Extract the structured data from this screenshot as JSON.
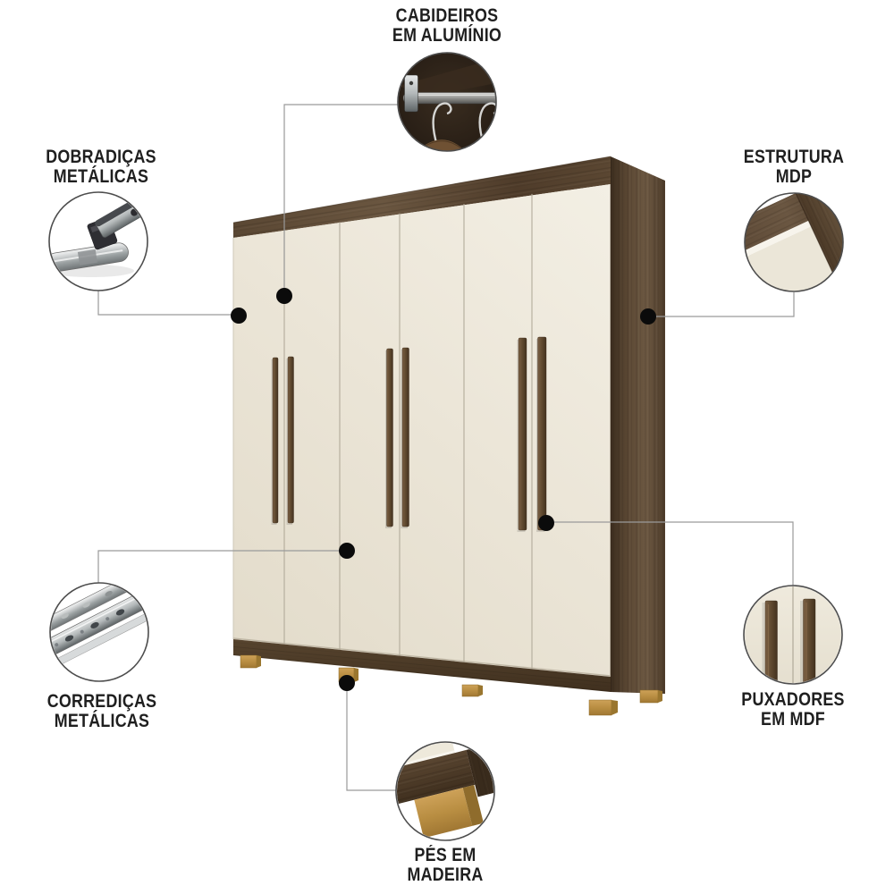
{
  "diagram": {
    "type": "product-feature-callout-diagram",
    "subject": "6-door wardrobe in perspective with six feature callouts",
    "background_color": "#ffffff",
    "text_color": "#1f1f1f",
    "connector_color": "#9a9a9a",
    "dot_color": "#0b0b0b",
    "colors": {
      "door_cream": "#EBE5D7",
      "wood_dark_frame": "#53402C",
      "wood_side_panel": "#5C4834",
      "foot_gold": "#BB9148",
      "handle_brown": "#5C4630",
      "metal_silver": "#C9CDCE",
      "callout_circle_border": "#4D4D4D"
    },
    "callouts": {
      "cabideiros": {
        "line1": "CABIDEIROS",
        "line2": "EM ALUMÍNIO",
        "icon": "aluminum-hanging-rod-icon",
        "position": "top-center"
      },
      "dobradicas": {
        "line1": "DOBRADIÇAS",
        "line2": "METÁLICAS",
        "icon": "metal-hinge-icon",
        "position": "top-left"
      },
      "estrutura": {
        "line1": "ESTRUTURA",
        "line2": "MDP",
        "icon": "mdp-wood-corner-icon",
        "position": "top-right"
      },
      "corredicas": {
        "line1": "CORREDIÇAS",
        "line2": "METÁLICAS",
        "icon": "metal-drawer-slide-icon",
        "position": "bottom-left"
      },
      "puxadores": {
        "line1": "PUXADORES",
        "line2": "EM MDF",
        "icon": "mdf-handles-icon",
        "position": "bottom-right"
      },
      "pes": {
        "line1": "PÉS EM",
        "line2": "MADEIRA",
        "icon": "wood-foot-icon",
        "position": "bottom-center"
      }
    }
  }
}
